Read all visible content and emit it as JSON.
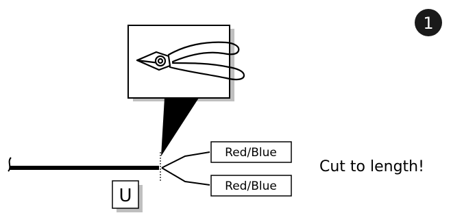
{
  "step_badge": {
    "number": "1"
  },
  "tool": {
    "icon": "diagonal-cutter-pliers-icon"
  },
  "wires": {
    "upper_label": "Red/Blue",
    "lower_label": "Red/Blue"
  },
  "cable_tag": "U",
  "instruction": "Cut to length!",
  "colors": {
    "ink": "#000000",
    "shadow": "#bfbfbf",
    "background": "#ffffff"
  }
}
